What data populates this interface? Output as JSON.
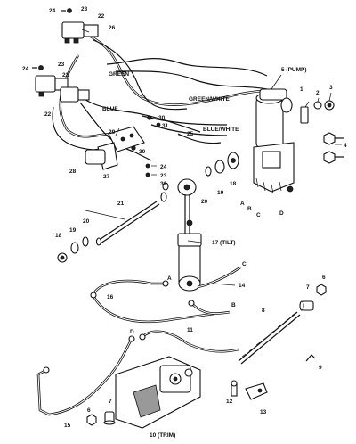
{
  "labels": {
    "n1": "1",
    "n2": "2",
    "n3": "3",
    "n4": "4",
    "n5": "5 (PUMP)",
    "n6": "6",
    "n7": "7",
    "n7b": "7",
    "n8": "8",
    "n9": "9",
    "n10": "10 (TRIM)",
    "n11": "11",
    "n12": "12",
    "n13": "13",
    "n14": "14",
    "n15": "15",
    "n16": "16",
    "n17": "17 (TILT)",
    "n18": "18",
    "n18b": "18",
    "n19": "19",
    "n19b": "19",
    "n20": "20",
    "n20b": "20",
    "n21": "21",
    "n22a": "22",
    "n22b": "22",
    "n22c": "22",
    "n23a": "23",
    "n23b": "23",
    "n23c": "23",
    "n24a": "24",
    "n24b": "24",
    "n24c": "24",
    "n25": "25",
    "n26": "26",
    "n27": "27",
    "n28": "28",
    "n29": "29",
    "n30": "30",
    "n30b": "30",
    "n31": "31",
    "n32": "32",
    "n6b": "6"
  },
  "letters": {
    "A1": "A",
    "B1": "B",
    "C1": "C",
    "D1": "D",
    "A2": "A",
    "B2": "B",
    "C2": "C",
    "D2": "D"
  },
  "wires": {
    "green": "GREEN",
    "blue": "BLUE",
    "green_white": "GREEN/WHITE",
    "blue_white": "BLUE/WHITE"
  }
}
